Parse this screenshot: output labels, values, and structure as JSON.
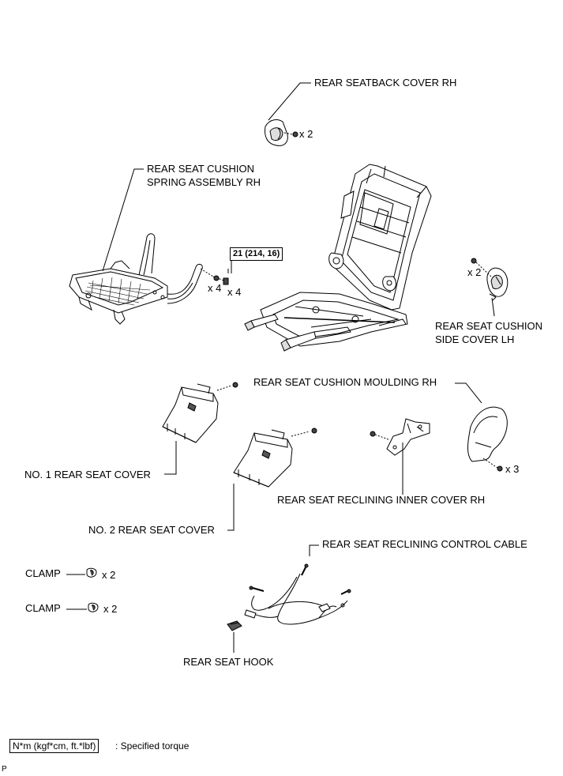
{
  "labels": {
    "seatback_cover_rh": "REAR SEATBACK COVER RH",
    "cushion_spring_line1": "REAR SEAT CUSHION",
    "cushion_spring_line2": "SPRING ASSEMBLY RH",
    "side_cover_line1": "REAR SEAT CUSHION",
    "side_cover_line2": "SIDE COVER LH",
    "moulding_rh": "REAR SEAT CUSHION MOULDING RH",
    "no1_cover": "NO. 1 REAR SEAT COVER",
    "no2_cover": "NO. 2 REAR SEAT COVER",
    "reclining_inner_cover": "REAR SEAT RECLINING INNER COVER RH",
    "reclining_cable": "REAR SEAT RECLINING CONTROL CABLE",
    "clamp_1": "CLAMP",
    "clamp_2": "CLAMP",
    "rear_seat_hook": "REAR SEAT HOOK"
  },
  "quantities": {
    "seatback_screws": "x 2",
    "spring_bolts_a": "x 4",
    "spring_bolts_b": "x 4",
    "side_cover_screws": "x 2",
    "moulding_screws": "x 3",
    "clamp_1": "x 2",
    "clamp_2": "x 2"
  },
  "torque": {
    "spring_bolt": "21 (214, 16)"
  },
  "legend": {
    "unit": "N*m (kgf*cm, ft.*lbf)",
    "description": ": Specified torque"
  },
  "footer": {
    "code": "P"
  }
}
